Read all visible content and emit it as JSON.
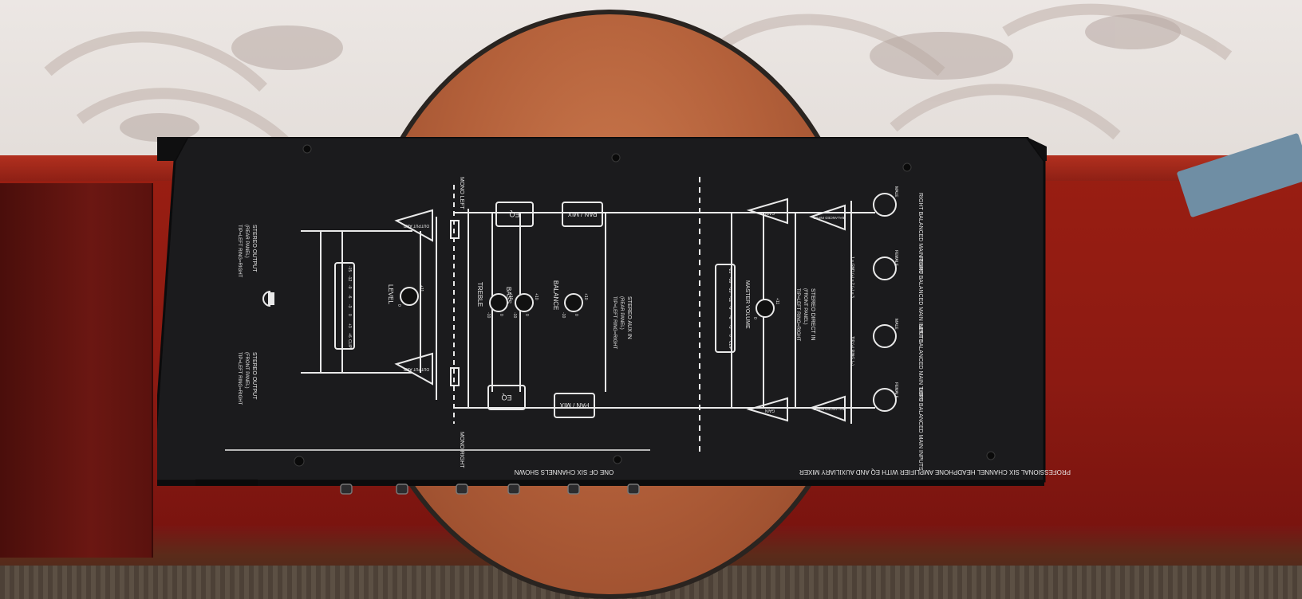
{
  "colors": {
    "panel": "#1c1c1e",
    "print": "#e9e9e9",
    "shelf": "#8c1a12",
    "table": "#b3603a",
    "wall": "#e6e0dc"
  },
  "device": {
    "bottom_caption_left": "ONE OF SIX CHANNELS SHOWN",
    "bottom_caption_right": "PROFESSIONAL SIX CHANNEL HEADPHONE AMPLIFIER WITH EQ AND AUXILIARY MIXER",
    "blocks": {
      "eq_top": "EQ",
      "eq_bottom": "EQ",
      "panmix_top": "PAN / MIX",
      "panmix_bottom": "PAN / MIX"
    },
    "labels": {
      "mono_left": "MONO LEFT",
      "mono_right": "MONO RIGHT",
      "stereo_output_top": "STEREO OUTPUT",
      "stereo_output_top_sub": "(REAR PANEL)",
      "stereo_output_top_pins": "TIP=LEFT RING=RIGHT",
      "stereo_output_bottom": "STEREO OUTPUT",
      "stereo_output_bottom_sub": "(FRONT PANEL)",
      "stereo_output_bottom_pins": "TIP=LEFT RING=RIGHT",
      "output_amp": "OUTPUT AMP",
      "level": "LEVEL",
      "treble": "TREBLE",
      "bass": "BASS",
      "balance": "BALANCE",
      "stereo_aux_in": "STEREO AUX IN",
      "stereo_aux_in_sub": "(REAR PANEL)",
      "stereo_aux_in_pins": "TIP=LEFT RING=RIGHT",
      "master_volume": "MASTER VOLUME",
      "gain": "GAIN",
      "stereo_direct_in": "STEREO DIRECT IN",
      "stereo_direct_in_sub": "(FRONT PANEL)",
      "stereo_direct_in_pins": "TIP=LEFT RING=RIGHT",
      "balanced_input": "BALANCED INPUT",
      "right_main_thru": "RIGHT BALANCED MAIN THRU",
      "right_main_inputs": "RIGHT BALANCED MAIN INPUTS",
      "left_main_thru": "LEFT BALANCED MAIN THRU",
      "left_main_inputs": "LEFT BALANCED MAIN INPUTS",
      "male": "MALE",
      "female": "FEMALE",
      "pin_assign": "1 = GND (+) = 2 (−) = 3",
      "pin_assign_2": "TIP (+) RING (−)"
    },
    "meter_values": [
      "-15",
      "-12",
      "-9",
      "-6",
      "-3",
      "0",
      "+3",
      "+6",
      "CLIP"
    ],
    "meter_values_master": [
      "-21",
      "-18",
      "-15",
      "-12",
      "-9",
      "-6",
      "-3",
      "0",
      "CLIP"
    ],
    "knob_scales": {
      "level": [
        "0",
        "+11"
      ],
      "treble": [
        "-10",
        "0",
        "+10"
      ],
      "bass": [
        "-10",
        "0",
        "+10"
      ],
      "balance": [
        "-10",
        "0",
        "+10"
      ],
      "master": [
        "0",
        "+11"
      ]
    }
  }
}
